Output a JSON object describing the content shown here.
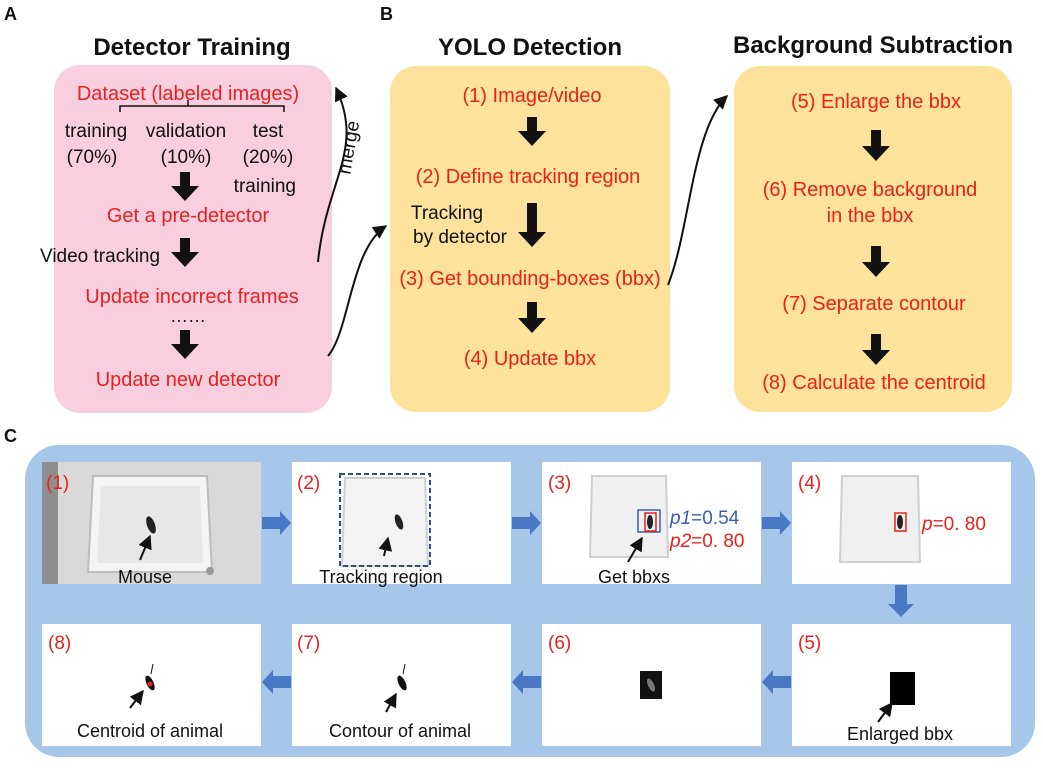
{
  "colors": {
    "panel_a_bg": "#f9cfe0",
    "panel_b_bg": "#fde29c",
    "panel_c_bg": "#a6c7ea",
    "red_text": "#e8201e",
    "blue_arrow": "#4a78c4",
    "blue_text": "#3a5fae"
  },
  "panel_a": {
    "letter": "A",
    "title": "Detector Training",
    "dataset": "Dataset (labeled images)",
    "splits": [
      {
        "name": "training",
        "pct": "(70%)"
      },
      {
        "name": "validation",
        "pct": "(10%)"
      },
      {
        "name": "test",
        "pct": "(20%)"
      }
    ],
    "training_label": "training",
    "pre_detector": "Get a pre-detector",
    "video_tracking": "Video tracking",
    "update_frames": "Update incorrect frames",
    "dots": "……",
    "new_detector": "Update new detector",
    "merge": "merge"
  },
  "panel_b": {
    "letter": "B",
    "title": "YOLO Detection",
    "step1": "(1) Image/video",
    "step2": "(2) Define tracking region",
    "tracking_line1": "Tracking",
    "tracking_line2": "by detector",
    "step3": "(3) Get bounding-boxes (bbx)",
    "step4": "(4) Update bbx"
  },
  "panel_bs": {
    "title": "Background Subtraction",
    "step5": "(5) Enlarge the bbx",
    "step6_line1": "(6) Remove background",
    "step6_line2": "in the bbx",
    "step7": "(7) Separate contour",
    "step8": "(8) Calculate the centroid"
  },
  "panel_c": {
    "letter": "C",
    "tiles": [
      {
        "num": "(1)",
        "caption": "Mouse"
      },
      {
        "num": "(2)",
        "caption": "Tracking region"
      },
      {
        "num": "(3)",
        "caption": "Get bbxs"
      },
      {
        "num": "(4)",
        "caption": ""
      },
      {
        "num": "(5)",
        "caption": "Enlarged bbx"
      },
      {
        "num": "(6)",
        "caption": ""
      },
      {
        "num": "(7)",
        "caption": "Contour of animal"
      },
      {
        "num": "(8)",
        "caption": "Centroid of animal"
      }
    ],
    "tile3": {
      "p1_label": "p1",
      "p1_value": "=0.54",
      "p2_label": "p2",
      "p2_value": "=0. 80"
    },
    "tile4": {
      "p_label": "p",
      "p_value": "=0. 80"
    }
  }
}
